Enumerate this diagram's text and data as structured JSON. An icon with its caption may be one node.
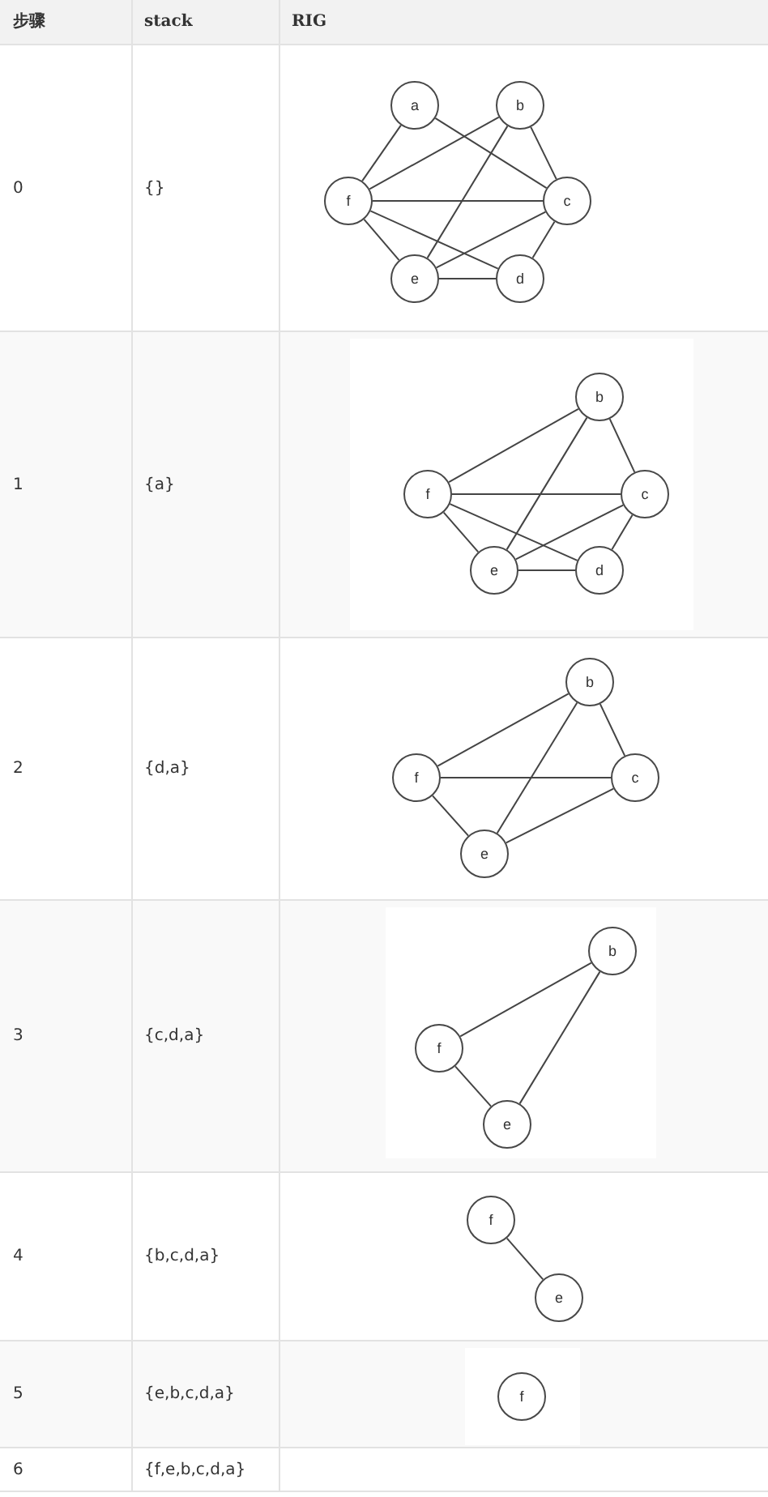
{
  "diagram": {
    "nodes": [
      {
        "text": [
          "a"
        ]
      },
      {
        "text": [
          "b"
        ]
      },
      {
        "text": [
          "f"
        ]
      },
      {
        "text": [
          "c"
        ]
      },
      {
        "text": [
          "e"
        ]
      },
      {
        "text": [
          "d"
        ]
      },
      {
        "text": [
          "b"
        ]
      },
      {
        "text": [
          "f"
        ]
      },
      {
        "text": [
          "c"
        ]
      },
      {
        "text": [
          "e"
        ]
      },
      {
        "text": [
          "d"
        ]
      },
      {
        "text": [
          "b"
        ]
      },
      {
        "text": [
          "f"
        ]
      },
      {
        "text": [
          "c"
        ]
      },
      {
        "text": [
          "e"
        ]
      },
      {
        "text": [
          "b"
        ]
      },
      {
        "text": [
          "f"
        ]
      },
      {
        "text": [
          "e"
        ]
      },
      {
        "text": [
          "f"
        ]
      },
      {
        "text": [
          "e"
        ]
      },
      {
        "text": [
          "f"
        ]
      }
    ],
    "edges": [
      {
        "from": 0,
        "to": 2,
        "arrow": "none"
      },
      {
        "from": 0,
        "to": 3,
        "arrow": "none"
      },
      {
        "from": 1,
        "to": 2,
        "arrow": "none"
      },
      {
        "from": 1,
        "to": 3,
        "arrow": "none"
      },
      {
        "from": 1,
        "to": 4,
        "arrow": "none"
      },
      {
        "from": 2,
        "to": 3,
        "arrow": "none"
      },
      {
        "from": 2,
        "to": 4,
        "arrow": "none"
      },
      {
        "from": 2,
        "to": 5,
        "arrow": "none"
      },
      {
        "from": 3,
        "to": 4,
        "arrow": "none"
      },
      {
        "from": 3,
        "to": 5,
        "arrow": "none"
      },
      {
        "from": 4,
        "to": 5,
        "arrow": "none"
      },
      {
        "from": 6,
        "to": 7,
        "arrow": "none"
      },
      {
        "from": 6,
        "to": 8,
        "arrow": "none"
      },
      {
        "from": 6,
        "to": 9,
        "arrow": "none"
      },
      {
        "from": 7,
        "to": 8,
        "arrow": "none"
      },
      {
        "from": 7,
        "to": 9,
        "arrow": "none"
      },
      {
        "from": 7,
        "to": 10,
        "arrow": "none"
      },
      {
        "from": 8,
        "to": 9,
        "arrow": "none"
      },
      {
        "from": 8,
        "to": 10,
        "arrow": "none"
      },
      {
        "from": 9,
        "to": 10,
        "arrow": "none"
      },
      {
        "from": 11,
        "to": 12,
        "arrow": "none"
      },
      {
        "from": 11,
        "to": 13,
        "arrow": "none"
      },
      {
        "from": 11,
        "to": 14,
        "arrow": "none"
      },
      {
        "from": 12,
        "to": 13,
        "arrow": "none"
      },
      {
        "from": 12,
        "to": 14,
        "arrow": "none"
      },
      {
        "from": 13,
        "to": 14,
        "arrow": "none"
      },
      {
        "from": 15,
        "to": 16,
        "arrow": "none"
      },
      {
        "from": 15,
        "to": 17,
        "arrow": "none"
      },
      {
        "from": 16,
        "to": 17,
        "arrow": "none"
      },
      {
        "from": 18,
        "to": 19,
        "arrow": "none"
      }
    ],
    "labels": [
      "步骤",
      "stack",
      "RIG",
      "0",
      "{}",
      "1",
      "{a}",
      "2",
      "{d,a}",
      "3",
      "{c,d,a}",
      "4",
      "{b,c,d,a}",
      "5",
      "{e,b,c,d,a}",
      "6",
      "{f,e,b,c,d,a}"
    ]
  }
}
